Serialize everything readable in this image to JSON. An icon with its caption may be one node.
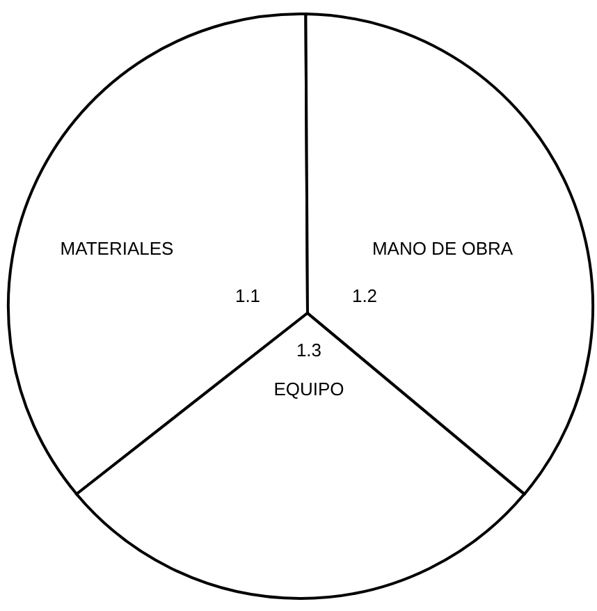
{
  "diagram": {
    "nodes": [
      {
        "text": [
          "MATERIALES",
          "1.1"
        ]
      },
      {
        "text": [
          "MANO DE OBRA",
          "1.2"
        ]
      },
      {
        "text": [
          "1.3",
          "EQUIPO"
        ]
      }
    ]
  }
}
